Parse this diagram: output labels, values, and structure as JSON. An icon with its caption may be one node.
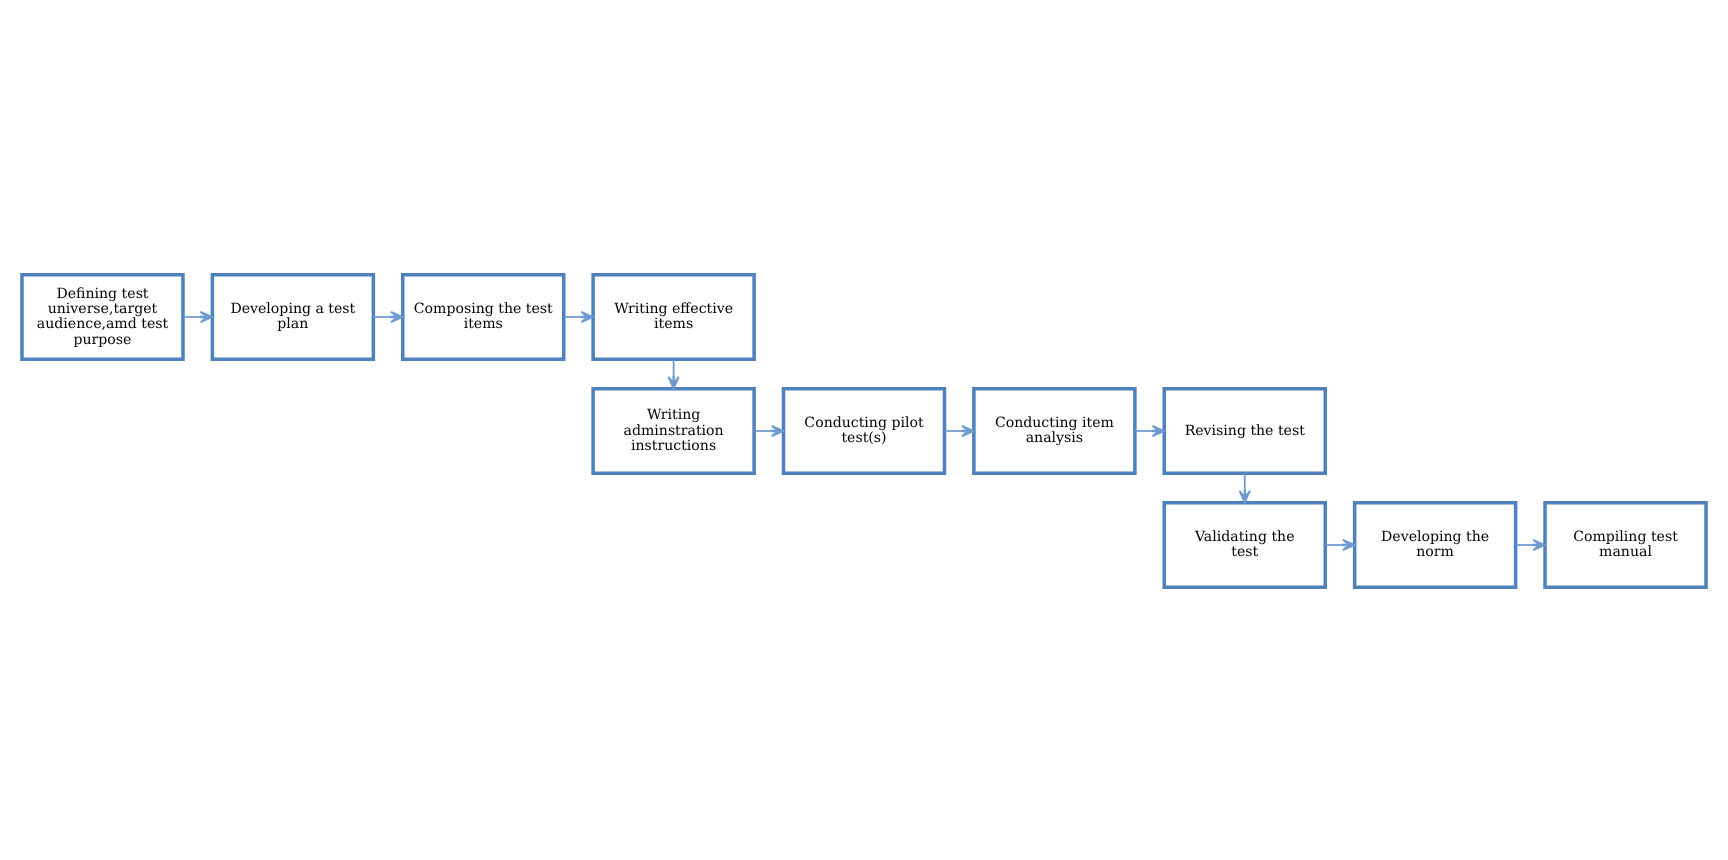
{
  "diagram": {
    "nodes": [
      {
        "text": [
          "Defining test universe,target audience,amd test purpose"
        ]
      },
      {
        "text": [
          "Developing a test plan"
        ]
      },
      {
        "text": [
          "Composing the test items"
        ]
      },
      {
        "text": [
          "Writing effective items"
        ]
      },
      {
        "text": [
          "Writing adminstration instructions"
        ]
      },
      {
        "text": [
          "Conducting pilot test(s)"
        ]
      },
      {
        "text": [
          "Conducting item analysis"
        ]
      },
      {
        "text": [
          "Revising the test"
        ]
      },
      {
        "text": [
          "Validating the test"
        ]
      },
      {
        "text": [
          "Developing the norm"
        ]
      },
      {
        "text": [
          "Compiling test manual"
        ]
      }
    ],
    "edges": [
      {
        "from": 0,
        "to": 1,
        "arrow": "to"
      },
      {
        "from": 1,
        "to": 2,
        "arrow": "to"
      },
      {
        "from": 2,
        "to": 3,
        "arrow": "to"
      },
      {
        "from": 3,
        "to": 4,
        "arrow": "to"
      },
      {
        "from": 4,
        "to": 5,
        "arrow": "to"
      },
      {
        "from": 5,
        "to": 6,
        "arrow": "to"
      },
      {
        "from": 6,
        "to": 7,
        "arrow": "to"
      },
      {
        "from": 7,
        "to": 8,
        "arrow": "to"
      },
      {
        "from": 8,
        "to": 9,
        "arrow": "to"
      },
      {
        "from": 9,
        "to": 10,
        "arrow": "to"
      }
    ]
  }
}
